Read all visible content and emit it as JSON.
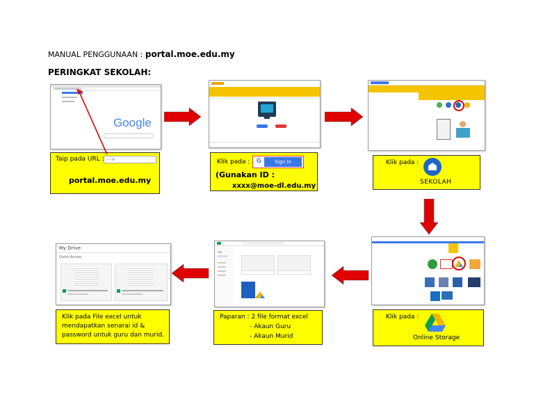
{
  "header": {
    "title_prefix": "MANUAL PENGGUNAAN : ",
    "title_url": "portal.moe.edu.my",
    "section": "PERINGKAT SEKOLAH:"
  },
  "step1": {
    "caption_label": "Taip pada URL :",
    "caption_url": "portal.moe.edu.my",
    "google_logo": "Google"
  },
  "step2": {
    "caption_label": "Klik pada :",
    "signin_button": "Sign In",
    "caption_line2": "(Gunakan ID :",
    "caption_line3": "xxxx@moe-dl.edu.my"
  },
  "step3": {
    "caption_label": "Klik pada :",
    "caption_item": "SEKOLAH"
  },
  "step4": {
    "caption_label": "Klik pada :",
    "caption_item": "Online Storage"
  },
  "step5": {
    "caption_line1": "Paparan : 2 file format excel",
    "caption_line2": "- Akaun Guru",
    "caption_line3": "- Akaun Murid"
  },
  "step6": {
    "drive_title": "My Drive",
    "quick_access": "Quick Access",
    "caption_line1": "Klik pada File excel untuk",
    "caption_line2": "mendapatkan senarai id &",
    "caption_line3": "password untuk guru dan murid."
  },
  "colors": {
    "caption_bg": "#ffff00",
    "arrow": "#e00000",
    "accent_blue": "#3b78e7"
  }
}
